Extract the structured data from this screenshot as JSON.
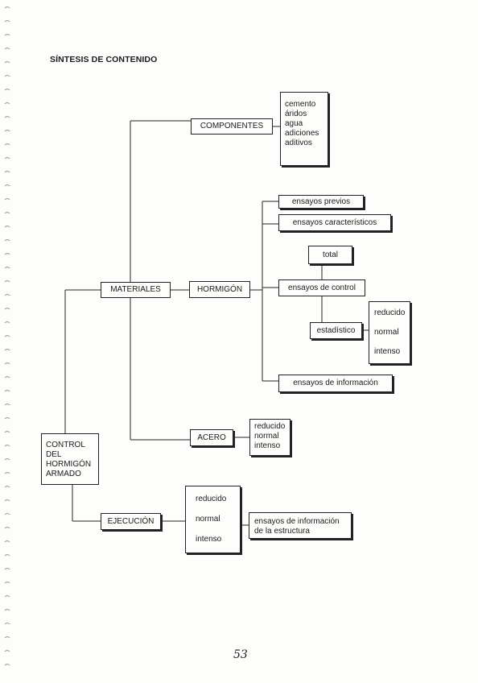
{
  "title": "SÍNTESIS DE CONTENIDO",
  "nodes": {
    "control": [
      "CONTROL",
      "DEL",
      "HORMIGÓN",
      "ARMADO"
    ],
    "materiales": "MATERIALES",
    "componentes": "COMPONENTES",
    "componentes_list": [
      "cemento",
      "áridos",
      "agua",
      "adiciones",
      "aditivos"
    ],
    "hormigon": "HORMIGÓN",
    "ensayos_previos": "ensayos previos",
    "ensayos_caracteristicos": "ensayos característicos",
    "total": "total",
    "ensayos_control": "ensayos de control",
    "estadistico": "estadístico",
    "estadistico_levels": [
      "reducido",
      "normal",
      "intenso"
    ],
    "ensayos_informacion": "ensayos de información",
    "acero": "ACERO",
    "acero_levels": [
      "reducido",
      "normal",
      "intenso"
    ],
    "ejecucion": "EJECUCIÓN",
    "ejecucion_levels": [
      "reducido",
      "normal",
      "intenso"
    ],
    "ensayos_estructura": [
      "ensayos de información",
      "de la estructura"
    ]
  },
  "page_number": "53"
}
